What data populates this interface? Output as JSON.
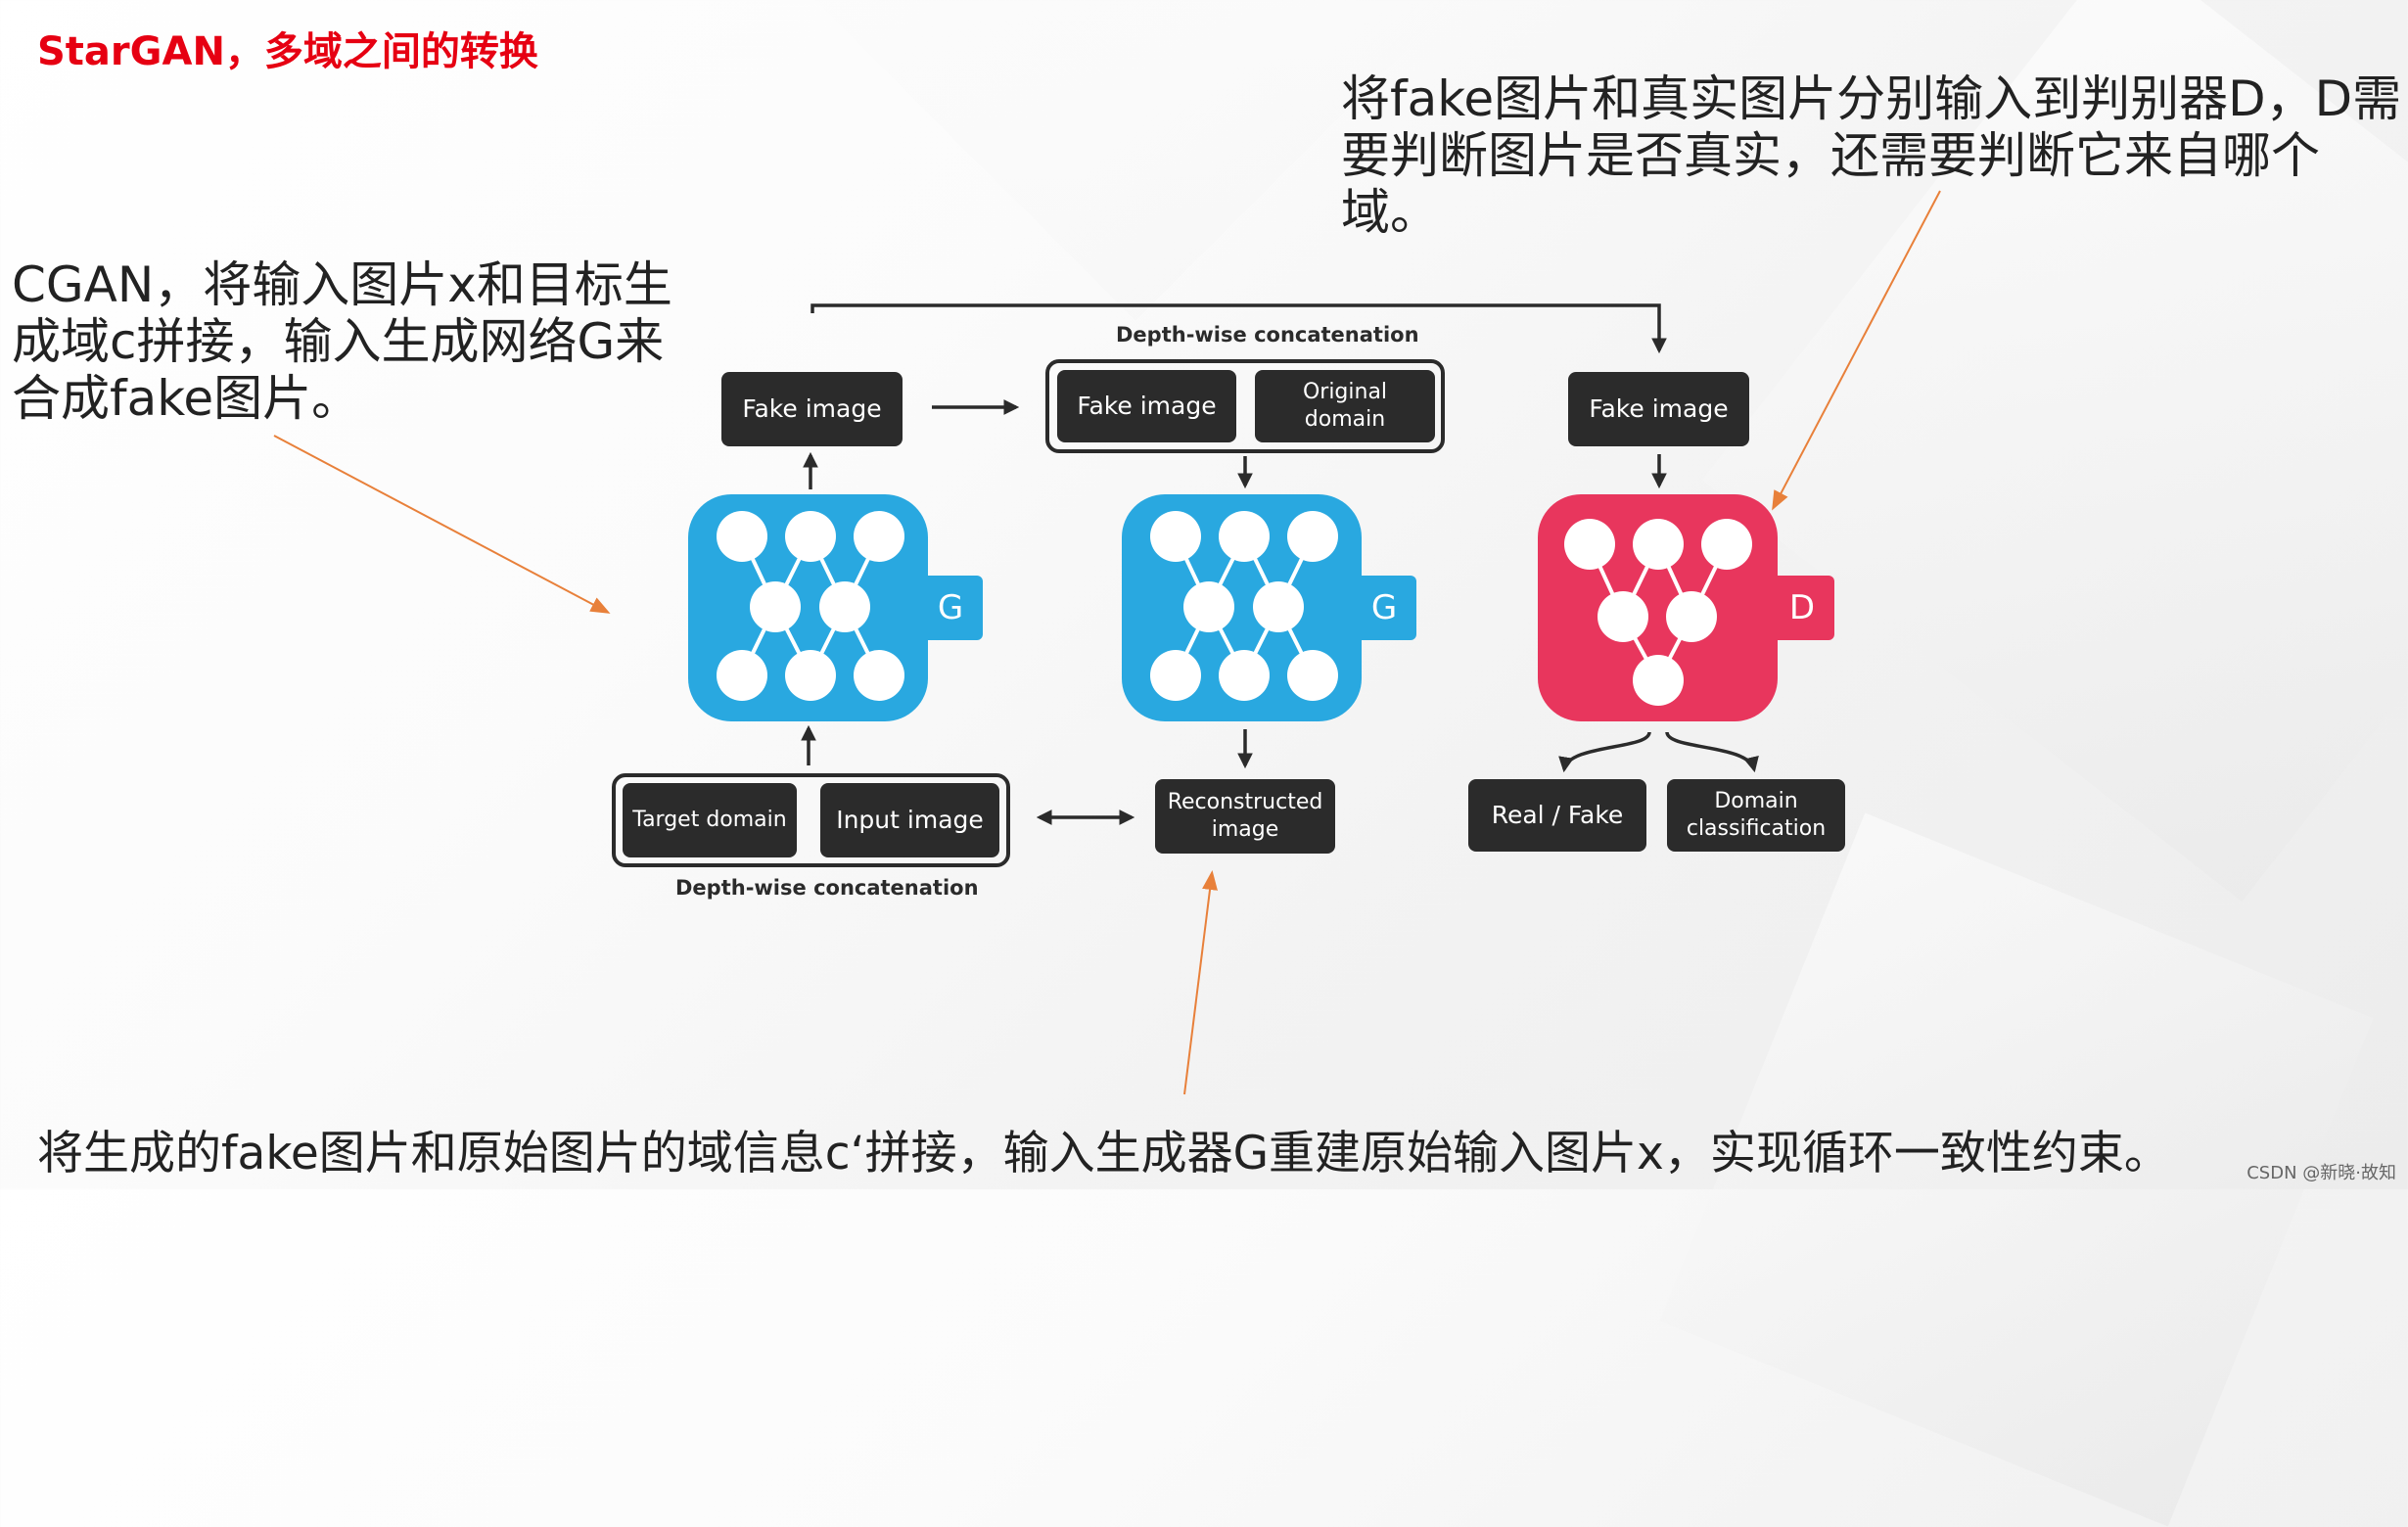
{
  "title": "StarGAN，多域之间的转换",
  "notes": {
    "left": "CGAN，将输入图片x和目标生成域c拼接，输入生成网络G来合成fake图片。",
    "right": "将fake图片和真实图片分别输入到判别器D，D需要判断图片是否真实，还需要判断它来自哪个域。",
    "bottom": "将生成的fake图片和原始图片的域信息c‘拼接，输入生成器G重建原始输入图片x，实现循环一致性约束。"
  },
  "diagram": {
    "top_caption": "Depth-wise concatenation",
    "bottom_caption": "Depth-wise concatenation",
    "boxes": {
      "fake_image_1": "Fake image",
      "fake_image_2": "Fake image",
      "original_domain": "Original domain",
      "fake_image_3": "Fake image",
      "target_domain": "Target domain",
      "input_image": "Input image",
      "reconstructed_image": "Reconstructed image",
      "real_fake": "Real / Fake",
      "domain_classification": "Domain classification"
    },
    "networks": {
      "g1": "G",
      "g2": "G",
      "d": "D"
    }
  },
  "colors": {
    "title": "#e60012",
    "generator": "#29a8e0",
    "discriminator": "#e8365d",
    "box": "#2b2b2b",
    "annotation_arrow": "#e8803a"
  },
  "watermark": "CSDN @新晓·故知"
}
